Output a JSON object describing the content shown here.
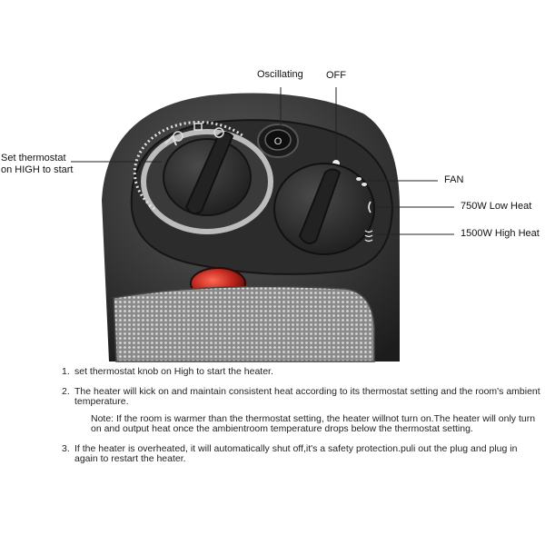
{
  "labels": {
    "oscillating": "Oscillating",
    "off": "OFF",
    "thermostat_line1": "Set thermostat",
    "thermostat_line2": "on HIGH to start",
    "fan": "FAN",
    "low_heat": "750W Low Heat",
    "high_heat": "1500W High Heat"
  },
  "switch_glyph": "O",
  "instructions": [
    {
      "num": "1.",
      "text": "set thermostat knob on High to start the heater."
    },
    {
      "num": "2.",
      "text": "The heater will kick on and maintain consistent heat according to its thermostat setting and the room's ambient temperature.",
      "note": "Note: If the room is warmer than the thermostat setting, the heater willnot turn on.The heater will only turn on and output heat once the ambientroom temperature drops below the thermostat setting."
    },
    {
      "num": "3.",
      "text": "If the heater is overheated, it will automatically shut off,it's a safety protection.puli out the plug and plug in again to restart the heater."
    }
  ],
  "colors": {
    "body": "#3a3a3a",
    "knob": "#2b2b2b",
    "ring": "#b8b8b8",
    "indicator": "#c0281f",
    "grille": "#9a9a9a"
  }
}
